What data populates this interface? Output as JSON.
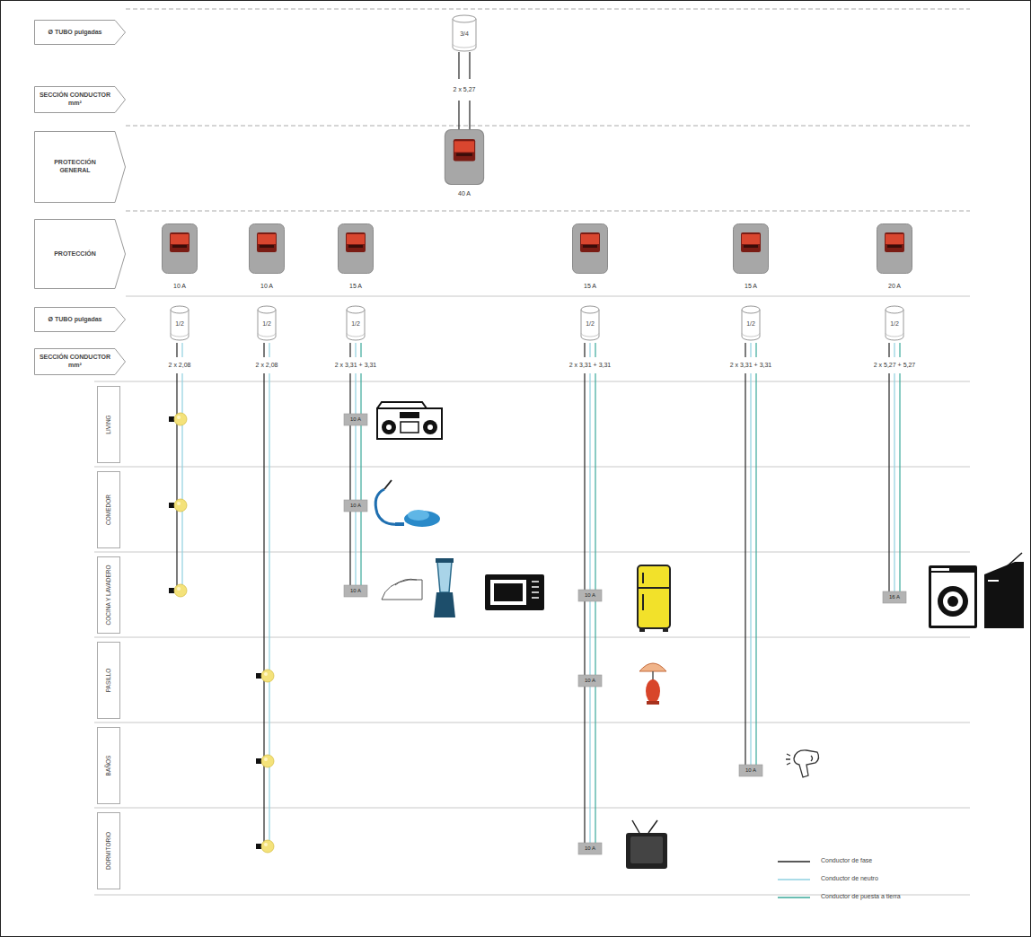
{
  "diagram": {
    "nodes": [
      {
        "text": [
          "Ø TUBO pulgadas"
        ]
      },
      {
        "text": [
          "3/4"
        ]
      },
      {
        "text": [
          "SECCIÓN CONDUCTOR mm²"
        ]
      },
      {
        "text": [
          "PROTECCIÓN GENERAL"
        ]
      },
      {
        "text": [
          "PROTECCIÓN"
        ]
      },
      {
        "text": [
          "Ø TUBO pulgadas"
        ]
      },
      {
        "text": [
          "1/2"
        ]
      },
      {
        "text": [
          "1/2"
        ]
      },
      {
        "text": [
          "1/2"
        ]
      },
      {
        "text": [
          "1/2"
        ]
      },
      {
        "text": [
          "1/2"
        ]
      },
      {
        "text": [
          "1/2"
        ]
      },
      {
        "text": [
          "SECCIÓN CONDUCTOR mm²"
        ]
      },
      {
        "text": [
          "LIVING"
        ]
      },
      {
        "text": [
          "COMEDOR"
        ]
      },
      {
        "text": [
          "COCINA Y LAVADERO"
        ]
      },
      {
        "text": [
          "PASILLO"
        ]
      },
      {
        "text": [
          "BAÑOS"
        ]
      },
      {
        "text": [
          "DORMITORIO"
        ]
      }
    ],
    "labels": [
      "2 x 5,27",
      "40 A",
      "10 A",
      "10 A",
      "15 A",
      "15 A",
      "15 A",
      "20 A",
      "2 x 2,08",
      "2 x 2,08",
      "2 x 3,31 + 3,31",
      "2 x 3,31 + 3,31",
      "2 x 3,31 + 3,31",
      "2 x 5,27 + 5,27",
      "10 A",
      "10 A",
      "10 A",
      "10 A",
      "10 A",
      "10 A",
      "10 A",
      "16 A"
    ],
    "legend": [
      {
        "text": "Conductor de fase"
      },
      {
        "text": "Conductor de neutro"
      },
      {
        "text": "Conductor de puesta a tierra"
      }
    ]
  }
}
